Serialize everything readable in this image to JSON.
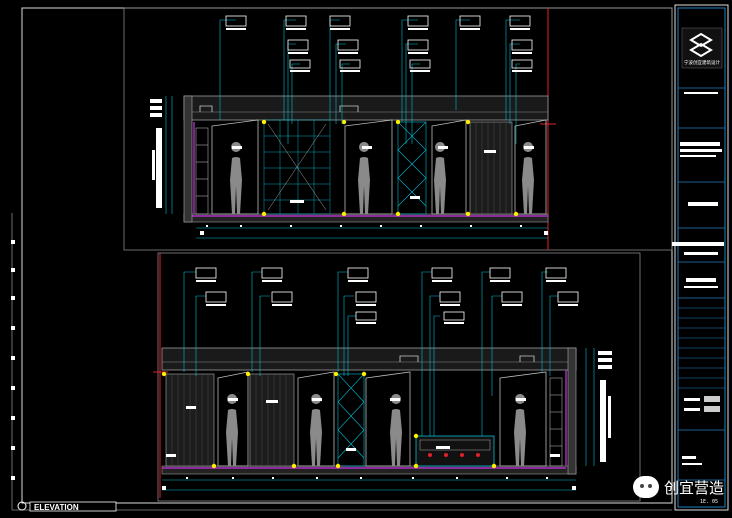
{
  "sheet": {
    "title_label": "ELEVATION",
    "sheet_number": "1E. 05",
    "logo_caption": "宁波创宜建筑设计"
  },
  "watermark": {
    "text": "创宜营造",
    "icon": "wechat-icon"
  },
  "colors": {
    "background": "#000000",
    "frame": "#ffffff",
    "dimension": "#00bcd4",
    "section_line": "#e0202a",
    "marker": "#ffee00",
    "accent": "#b030c8",
    "structure": "#9a9a9a"
  }
}
